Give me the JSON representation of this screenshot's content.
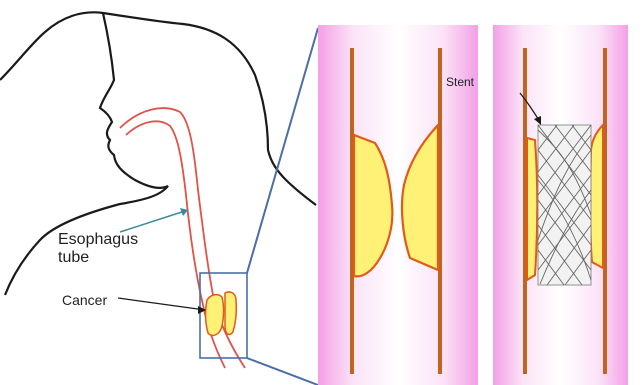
{
  "labels": {
    "esophagus": "Esophagus\ntube",
    "cancer": "Cancer",
    "stent": "Stent"
  },
  "colors": {
    "outline": "#1a1a1a",
    "esophagus": "#e0524a",
    "tumor_fill": "#fff176",
    "tumor_edge": "#e05a1a",
    "tube_wall": "#c0641e",
    "panel_pink": "#f3a0e6",
    "zoom_box": "#4a6fa5",
    "pointer": "#3a8a9a",
    "stent_mesh": "#666666"
  }
}
